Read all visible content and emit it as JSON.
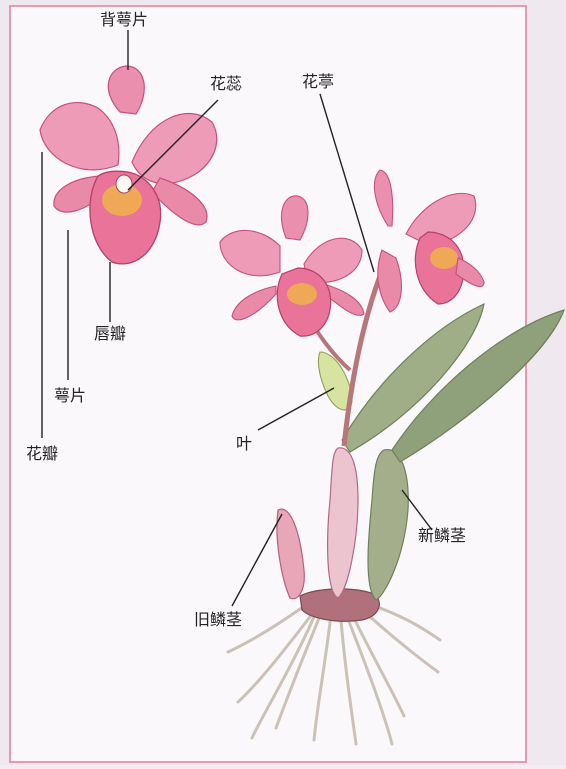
{
  "diagram": {
    "labels": {
      "dorsal_sepal": "背萼片",
      "stamen": "花蕊",
      "stalk": "花葶",
      "lip": "唇瓣",
      "sepal": "萼片",
      "petal": "花瓣",
      "leaf": "叶",
      "new_bulb": "新鳞茎",
      "old_bulb": "旧鳞茎"
    },
    "colors": {
      "frame": "#e79aae",
      "paper": "#fbf8fc",
      "petal": "#ea8fae",
      "petal_dark": "#c94f7e",
      "lip_center": "#f0b24a",
      "leaf": "#9fae86",
      "leaf_dark": "#6f7f5c",
      "bulb": "#e7bcc8",
      "root": "#d9d2c8"
    }
  }
}
